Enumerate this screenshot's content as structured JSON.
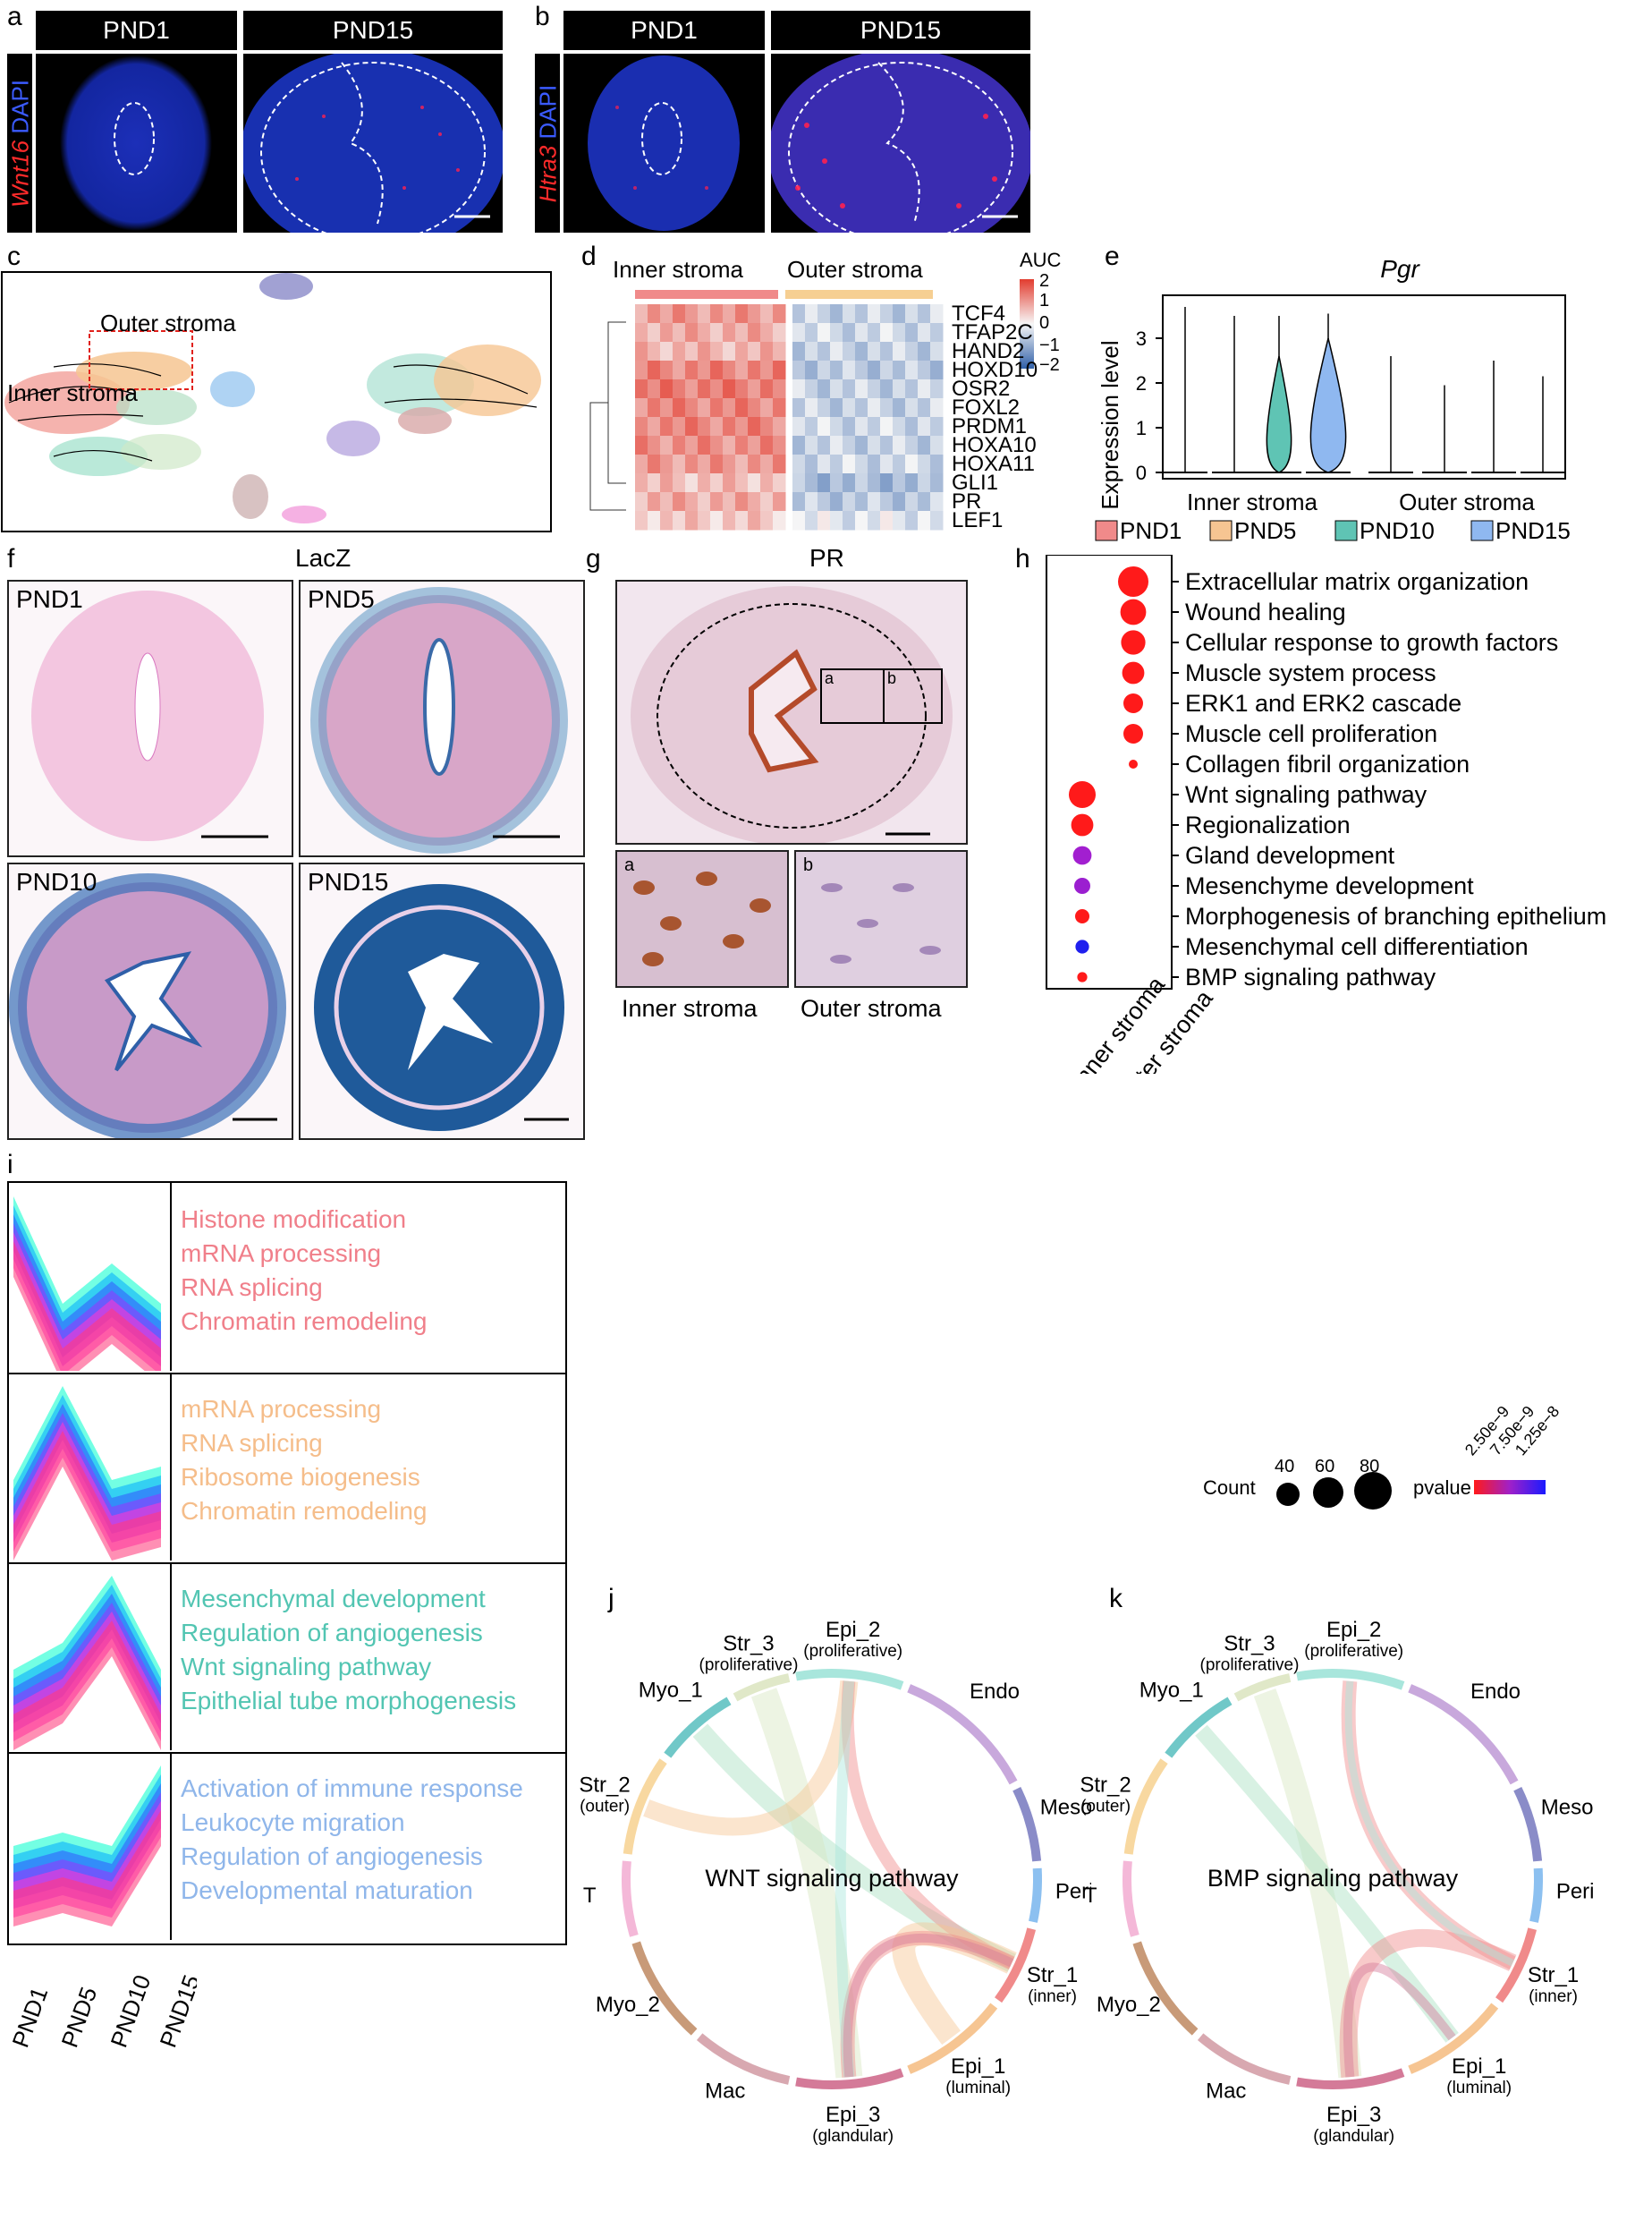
{
  "panels": {
    "a": {
      "label": "a",
      "headers": [
        "PND1",
        "PND15"
      ],
      "side_gene": "Wnt16",
      "side_stain": "DAPI"
    },
    "b": {
      "label": "b",
      "headers": [
        "PND1",
        "PND15"
      ],
      "side_gene": "Htra3",
      "side_stain": "DAPI"
    },
    "c": {
      "label": "c",
      "outer": "Outer stroma",
      "inner": "Inner stroma"
    },
    "d": {
      "label": "d",
      "groups": [
        "Inner stroma",
        "Outer stroma"
      ],
      "legend_title": "AUC",
      "legend_ticks": [
        "2",
        "1",
        "0",
        "−1",
        "−2"
      ],
      "genes": [
        "TCF4",
        "TFAP2C",
        "HAND2",
        "HOXD10",
        "OSR2",
        "FOXL2",
        "PRDM1",
        "HOXA10",
        "HOXA11",
        "GLI1",
        "PR",
        "LEF1"
      ]
    },
    "e": {
      "label": "e",
      "title": "Pgr",
      "ylabel": "Expression level",
      "yticks": [
        "0",
        "1",
        "2",
        "3"
      ],
      "groups": [
        "Inner stroma",
        "Outer stroma"
      ],
      "legend": [
        {
          "name": "PND1",
          "color": "#f08a8a"
        },
        {
          "name": "PND5",
          "color": "#f6c592"
        },
        {
          "name": "PND10",
          "color": "#5fc4b4"
        },
        {
          "name": "PND15",
          "color": "#8fb8f0"
        }
      ]
    },
    "f": {
      "label": "f",
      "title": "LacZ",
      "tiles": [
        "PND1",
        "PND5",
        "PND10",
        "PND15"
      ]
    },
    "g": {
      "label": "g",
      "title": "PR",
      "insets": [
        "a",
        "b"
      ],
      "inset_labels": [
        "Inner stroma",
        "Outer stroma"
      ]
    },
    "h": {
      "label": "h",
      "terms": [
        "Extracellular matrix organization",
        "Wound healing",
        "Cellular response to growth factors",
        "Muscle system process",
        "ERK1 and ERK2 cascade",
        "Muscle cell proliferation",
        "Collagen fibril organization",
        "Wnt signaling pathway",
        "Regionalization",
        "Gland development",
        "Mesenchyme development",
        "Morphogenesis of branching epithelium",
        "Mesenchymal cell differentiation",
        "BMP signaling pathway"
      ],
      "xlabels": [
        "Inner stroma",
        "Outer stroma"
      ],
      "count_label": "Count",
      "count_ticks": [
        "40",
        "60",
        "80"
      ],
      "pvalue_label": "pvalue",
      "pvalue_ticks": [
        "2.50e−9",
        "7.50e−9",
        "1.25e−8"
      ]
    },
    "i": {
      "label": "i",
      "xticks": [
        "PND1",
        "PND5",
        "PND10",
        "PND15"
      ],
      "clusters": [
        {
          "color": "#f07f8a",
          "terms": [
            "Histone modification",
            "mRNA processing",
            "RNA splicing",
            "Chromatin remodeling"
          ]
        },
        {
          "color": "#f5bd8a",
          "terms": [
            "mRNA processing",
            "RNA splicing",
            "Ribosome biogenesis",
            "Chromatin remodeling"
          ]
        },
        {
          "color": "#52c5b2",
          "terms": [
            "Mesenchymal development",
            "Regulation of angiogenesis",
            "Wnt signaling pathway",
            "Epithelial tube morphogenesis"
          ]
        },
        {
          "color": "#8fb6ea",
          "terms": [
            "Activation of immune response",
            "Leukocyte migration",
            "Regulation of angiogenesis",
            "Developmental maturation"
          ]
        }
      ]
    },
    "j": {
      "label": "j",
      "title": "WNT signaling pathway"
    },
    "k": {
      "label": "k",
      "title": "BMP signaling pathway"
    },
    "chord_labels": {
      "epi2": "Epi_2",
      "epi2s": "(proliferative)",
      "str3": "Str_3",
      "str3s": "(proliferative)",
      "endo": "Endo",
      "meso": "Meso",
      "peri": "Peri",
      "myo1": "Myo_1",
      "str2": "Str_2",
      "str2s": "(outer)",
      "str1": "Str_1",
      "str1s": "(inner)",
      "t": "T",
      "epi1": "Epi_1",
      "epi1s": "(luminal)",
      "myo2": "Myo_2",
      "mac": "Mac",
      "epi3": "Epi_3",
      "epi3s": "(glandular)"
    }
  },
  "chart_data": [
    {
      "type": "heatmap",
      "panel": "d",
      "genes": [
        "TCF4",
        "TFAP2C",
        "HAND2",
        "HOXD10",
        "OSR2",
        "FOXL2",
        "PRDM1",
        "HOXA10",
        "HOXA11",
        "GLI1",
        "PR",
        "LEF1"
      ],
      "groups": [
        "Inner stroma",
        "Outer stroma"
      ],
      "values": [
        [
          1,
          -0.5
        ],
        [
          0.8,
          -0.4
        ],
        [
          0.7,
          -0.5
        ],
        [
          1.2,
          -0.6
        ],
        [
          1.3,
          -0.5
        ],
        [
          1.2,
          -0.5
        ],
        [
          1.2,
          -0.4
        ],
        [
          1.1,
          -0.5
        ],
        [
          1.0,
          -0.4
        ],
        [
          0.6,
          -0.8
        ],
        [
          0.8,
          -0.6
        ],
        [
          0.5,
          -0.2
        ]
      ],
      "legend_range": [
        -2,
        2
      ]
    },
    {
      "type": "violin",
      "panel": "e",
      "title": "Pgr",
      "ylabel": "Expression level",
      "ylim": [
        0,
        3.8
      ],
      "groups": [
        "Inner stroma",
        "Outer stroma"
      ],
      "series": [
        {
          "name": "PND1",
          "max": [
            3.7,
            2.6
          ]
        },
        {
          "name": "PND5",
          "max": [
            3.5,
            1.95
          ]
        },
        {
          "name": "PND10",
          "max": [
            3.5,
            2.5
          ]
        },
        {
          "name": "PND15",
          "max": [
            3.55,
            2.15
          ]
        }
      ]
    },
    {
      "type": "scatter",
      "panel": "h",
      "x": [
        "Inner stroma",
        "Outer stroma"
      ],
      "points": [
        {
          "term": "Extracellular matrix organization",
          "group": "Outer stroma",
          "count": 85,
          "color": "#ff1a1a"
        },
        {
          "term": "Wound healing",
          "group": "Outer stroma",
          "count": 72,
          "color": "#ff1a1a"
        },
        {
          "term": "Cellular response to growth factors",
          "group": "Outer stroma",
          "count": 68,
          "color": "#ff1a1a"
        },
        {
          "term": "Muscle system process",
          "group": "Outer stroma",
          "count": 62,
          "color": "#ff1a1a"
        },
        {
          "term": "ERK1 and ERK2 cascade",
          "group": "Outer stroma",
          "count": 55,
          "color": "#ff1a1a"
        },
        {
          "term": "Muscle cell proliferation",
          "group": "Outer stroma",
          "count": 55,
          "color": "#ff1a1a"
        },
        {
          "term": "Collagen fibril organization",
          "group": "Outer stroma",
          "count": 25,
          "color": "#ff1a1a"
        },
        {
          "term": "Wnt signaling pathway",
          "group": "Inner stroma",
          "count": 75,
          "color": "#ff1a1a"
        },
        {
          "term": "Regionalization",
          "group": "Inner stroma",
          "count": 62,
          "color": "#ff1a1a"
        },
        {
          "term": "Gland development",
          "group": "Inner stroma",
          "count": 52,
          "color": "#a21fd0"
        },
        {
          "term": "Mesenchyme development",
          "group": "Inner stroma",
          "count": 45,
          "color": "#9b1fd0"
        },
        {
          "term": "Morphogenesis of branching epithelium",
          "group": "Inner stroma",
          "count": 40,
          "color": "#ff1a1a"
        },
        {
          "term": "Mesenchymal cell differentiation",
          "group": "Inner stroma",
          "count": 38,
          "color": "#1f1fee"
        },
        {
          "term": "BMP signaling pathway",
          "group": "Inner stroma",
          "count": 28,
          "color": "#ff1a1a"
        }
      ]
    },
    {
      "type": "line",
      "panel": "i",
      "x": [
        "PND1",
        "PND5",
        "PND10",
        "PND15"
      ],
      "series": [
        {
          "name": "cluster1",
          "values": [
            1,
            0.2,
            0.5,
            0.2
          ]
        },
        {
          "name": "cluster2",
          "values": [
            0.3,
            1,
            0.3,
            0.4
          ]
        },
        {
          "name": "cluster3",
          "values": [
            0.3,
            0.5,
            1,
            0.3
          ]
        },
        {
          "name": "cluster4",
          "values": [
            0.4,
            0.5,
            0.4,
            1
          ]
        }
      ]
    }
  ]
}
